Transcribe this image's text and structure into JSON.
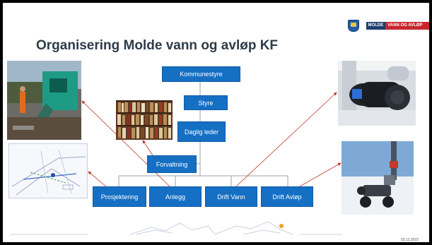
{
  "header": {
    "title": "Organisering Molde vann og avløp KF",
    "logo_left": "MOLDE",
    "logo_right": "VANN OG AVLØP KF"
  },
  "org": {
    "kommunestyre": "Kommunestyre",
    "styre": "Styre",
    "daglig_leder": "Daglig leder",
    "forvaltning": "Forvaltning",
    "prosjektering": "Prosjektering",
    "anlegg": "Anlegg",
    "drift_vann": "Drift Vann",
    "drift_avlop": "Drift Avløp"
  },
  "footer": {
    "date": "03.12.2022"
  },
  "colors": {
    "box_blue": "#1570c4",
    "connector_gray": "#9aa3ad",
    "arrow_red": "#c0392b",
    "title_color": "#2f3b4a"
  },
  "icons": [
    "coat-of-arms-icon"
  ]
}
